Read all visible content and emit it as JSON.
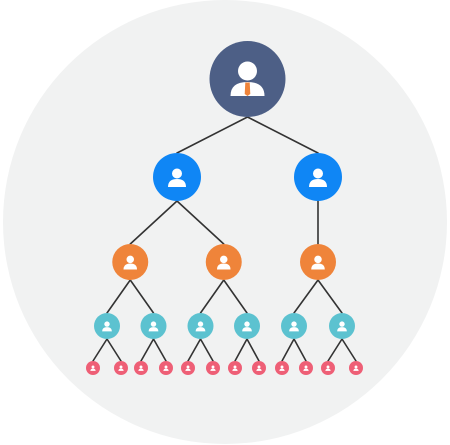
{
  "colors": {
    "background_circle": "#f1f2f2",
    "connector": "#333333",
    "level_0": "#4d5f86",
    "level_1": "#0f86f5",
    "level_2": "#ef843a",
    "level_3": "#5cc2d0",
    "level_4": "#ee5f76",
    "icon": "#ffffff",
    "tie": "#ef843a"
  },
  "icons": {
    "root": "businessman-icon",
    "member": "person-icon"
  },
  "tree": {
    "level": 0,
    "children": [
      {
        "level": 1,
        "children": [
          {
            "level": 2,
            "children": [
              {
                "level": 3,
                "children": [
                  {
                    "level": 4
                  },
                  {
                    "level": 4
                  }
                ]
              },
              {
                "level": 3,
                "children": [
                  {
                    "level": 4
                  },
                  {
                    "level": 4
                  }
                ]
              }
            ]
          },
          {
            "level": 2,
            "children": [
              {
                "level": 3,
                "children": [
                  {
                    "level": 4
                  },
                  {
                    "level": 4
                  }
                ]
              },
              {
                "level": 3,
                "children": [
                  {
                    "level": 4
                  },
                  {
                    "level": 4
                  }
                ]
              }
            ]
          }
        ]
      },
      {
        "level": 1,
        "children": [
          {
            "level": 2,
            "children": [
              {
                "level": 3,
                "children": [
                  {
                    "level": 4
                  },
                  {
                    "level": 4
                  }
                ]
              },
              {
                "level": 3,
                "children": [
                  {
                    "level": 4
                  },
                  {
                    "level": 4
                  }
                ]
              }
            ]
          }
        ]
      }
    ]
  }
}
